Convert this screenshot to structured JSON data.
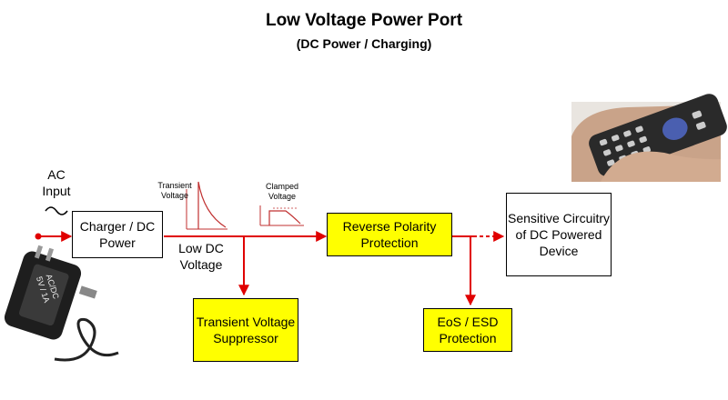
{
  "title": "Low Voltage Power Port",
  "subtitle": "(DC Power / Charging)",
  "ac_input": {
    "line1": "AC",
    "line2": "Input",
    "symbol": "~"
  },
  "boxes": {
    "charger": "Charger / DC Power",
    "tvs": "Transient Voltage Suppressor",
    "reverse": "Reverse Polarity Protection",
    "eos": "EoS / ESD Protection",
    "device": "Sensitive Circuitry of DC Powered Device"
  },
  "labels": {
    "low_dc": "Low DC Voltage",
    "transient": "Transient Voltage",
    "clamped": "Clamped Voltage"
  },
  "adapter_text": {
    "line1": "AC/DC",
    "line2": "5V / 1A"
  },
  "colors": {
    "wire": "#e00000",
    "highlight": "#ffff00",
    "accent_dark": "#333333"
  }
}
